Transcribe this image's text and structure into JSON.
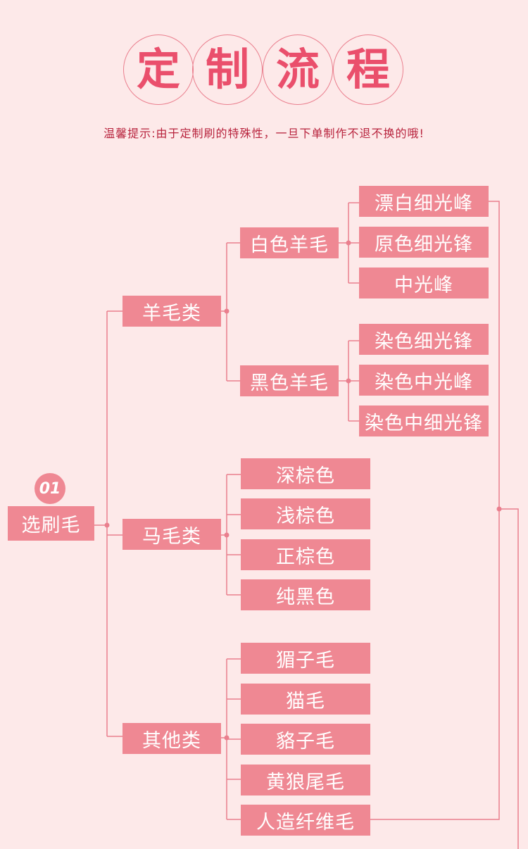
{
  "title": {
    "chars": [
      "定",
      "制",
      "流",
      "程"
    ]
  },
  "tip": "温馨提示:由于定制刷的特殊性，一旦下单制作不退不换的哦!",
  "step": {
    "number": "01",
    "label": "选刷毛"
  },
  "categories": {
    "wool": {
      "label": "羊毛类",
      "white": {
        "label": "白色羊毛",
        "items": [
          "漂白细光峰",
          "原色细光锋",
          "中光峰"
        ]
      },
      "black": {
        "label": "黑色羊毛",
        "items": [
          "染色细光锋",
          "染色中光峰",
          "染色中细光锋"
        ]
      }
    },
    "horse": {
      "label": "马毛类",
      "items": [
        "深棕色",
        "浅棕色",
        "正棕色",
        "纯黑色"
      ]
    },
    "other": {
      "label": "其他类",
      "items": [
        "猸子毛",
        "猫毛",
        "貉子毛",
        "黄狼尾毛",
        "人造纤维毛"
      ]
    }
  },
  "colors": {
    "box": "#ef8893",
    "line": "#ea7f8e",
    "title": "#ea4f6c",
    "tip": "#b8233d",
    "background": "#fde9e9"
  }
}
